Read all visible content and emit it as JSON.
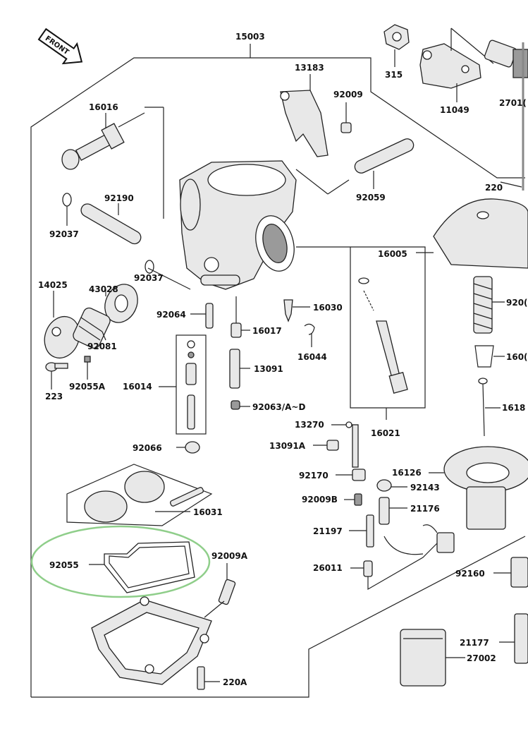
{
  "front_label": "FRONT",
  "highlight_color": "#8fce8a",
  "labels": {
    "p15003": "15003",
    "p13183": "13183",
    "p92009": "92009",
    "p315": "315",
    "p11049": "11049",
    "p27010": "2701(",
    "p16016": "16016",
    "p92059": "92059",
    "p220": "220",
    "p92190": "92190",
    "p92037a": "92037",
    "p92037b": "92037",
    "p16005": "16005",
    "p43028": "43028",
    "p14025": "14025",
    "p92064": "92064",
    "p16030": "16030",
    "p9200x": "920(",
    "p16017": "16017",
    "p92081": "92081",
    "p16044": "16044",
    "p1600x": "160(",
    "p223": "223",
    "p92055A": "92055A",
    "p16014": "16014",
    "p13091": "13091",
    "p1618x": "1618",
    "p92063": "92063/A~D",
    "p13270": "13270",
    "p16021": "16021",
    "p13091A": "13091A",
    "p92066": "92066",
    "p16126": "16126",
    "p92170": "92170",
    "p92143": "92143",
    "p16031": "16031",
    "p92009B": "92009B",
    "p21176": "21176",
    "p21197": "21197",
    "p92055": "92055",
    "p92009A": "92009A",
    "p26011": "26011",
    "p92160": "92160",
    "p21177": "21177",
    "p27002": "27002",
    "p220A": "220A"
  }
}
